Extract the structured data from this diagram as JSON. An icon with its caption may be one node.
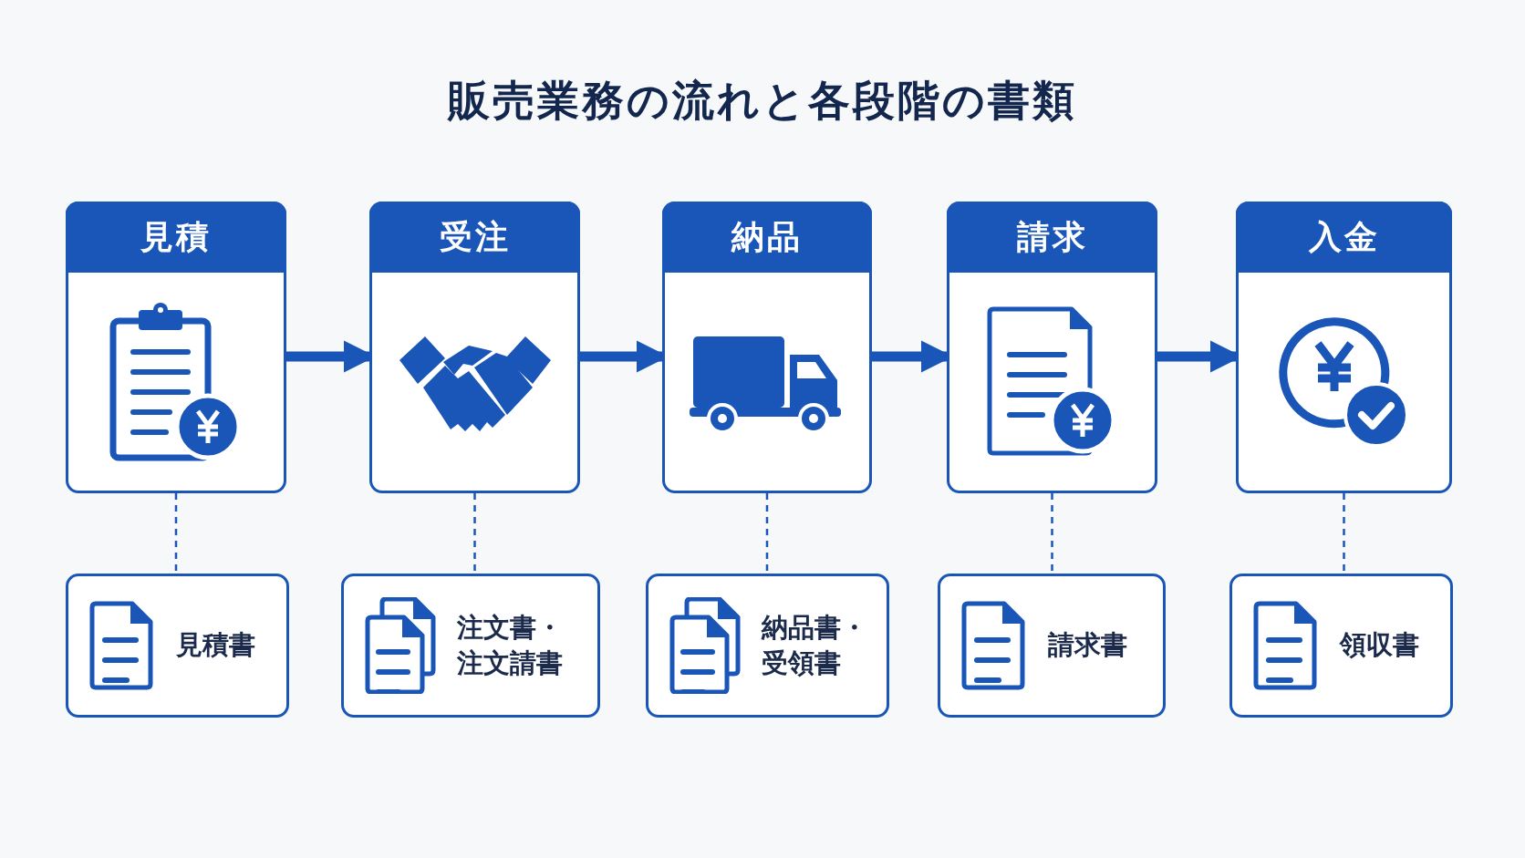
{
  "diagram": {
    "title": "販売業務の流れと各段階の書類",
    "nodes": [
      {
        "text": [
          "見積"
        ]
      },
      {
        "text": [
          "受注"
        ]
      },
      {
        "text": [
          "納品"
        ]
      },
      {
        "text": [
          "請求"
        ]
      },
      {
        "text": [
          "入金"
        ]
      },
      {
        "text": [
          "見積書"
        ]
      },
      {
        "text": [
          "注文書・注文請書"
        ]
      },
      {
        "text": [
          "納品書・受領書"
        ]
      },
      {
        "text": [
          "請求書"
        ]
      },
      {
        "text": [
          "領収書"
        ]
      }
    ],
    "edges": [
      {
        "from": 0,
        "to": 1,
        "arrow": "to",
        "style": "thick"
      },
      {
        "from": 1,
        "to": 2,
        "arrow": "to",
        "style": "thick"
      },
      {
        "from": 2,
        "to": 3,
        "arrow": "to",
        "style": "thick"
      },
      {
        "from": 3,
        "to": 4,
        "arrow": "to",
        "style": "thick"
      },
      {
        "from": 0,
        "to": 5,
        "arrow": "none",
        "style": "dashed"
      },
      {
        "from": 1,
        "to": 6,
        "arrow": "none",
        "style": "dashed"
      },
      {
        "from": 2,
        "to": 7,
        "arrow": "none",
        "style": "dashed"
      },
      {
        "from": 3,
        "to": 8,
        "arrow": "none",
        "style": "dashed"
      },
      {
        "from": 4,
        "to": 9,
        "arrow": "none",
        "style": "dashed"
      }
    ]
  }
}
